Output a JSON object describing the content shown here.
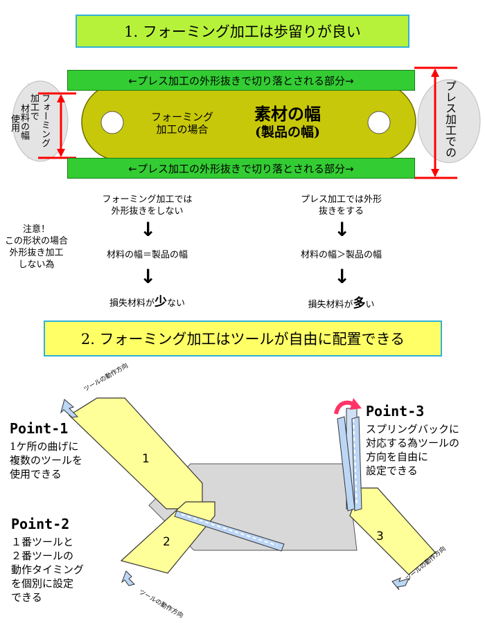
{
  "section1": {
    "title": "1. フォーミング加工は歩留りが良い",
    "band_text": "←プレス加工の外形抜きで切り落とされる部分→",
    "part_label_1": "フォーミング",
    "part_label_2": "加工の場合",
    "width_label": "素材の幅",
    "width_sub": "(製品の幅)",
    "left_vertical_1": "フォーミング",
    "left_vertical_2": "加工で",
    "left_vertical_3": "材料の幅",
    "left_vertical_4": "使用",
    "right_vertical": "プレス加工での",
    "note_1": "注意！",
    "note_2": "この形状の場合",
    "note_3": "外形抜き加工",
    "note_4": "しない為",
    "forming": {
      "line1": "フォーミング加工では",
      "line2": "外形抜きをしない",
      "arrow": "↓",
      "equation": "材料の幅＝製品の幅",
      "loss_prefix": "損失材料が",
      "loss_big": "少",
      "loss_suffix": "ない"
    },
    "press": {
      "line1": "プレス加工では外形",
      "line2": "抜きをする",
      "arrow": "↓",
      "equation": "材料の幅＞製品の幅",
      "loss_prefix": "損失材料が",
      "loss_big": "多",
      "loss_suffix": "い"
    }
  },
  "section2": {
    "title": "2. フォーミング加工はツールが自由に配置できる",
    "tool_direction": "ツールの動作方向",
    "tool_numbers": [
      "1",
      "2",
      "3"
    ],
    "point1": {
      "title": "Point-1",
      "lines": [
        "1ケ所の曲げに",
        "複数のツールを",
        "使用できる"
      ]
    },
    "point2": {
      "title": "Point-2",
      "lines": [
        "１番ツールと",
        "２番ツールの",
        "動作タイミング",
        "を個別に設定",
        "できる"
      ]
    },
    "point3": {
      "title": "Point-3",
      "lines": [
        "スプリングバックに",
        "対応する為ツールの",
        "方向を自由に",
        "設定できる"
      ]
    }
  },
  "colors": {
    "title1_bg": "#b7f23b",
    "title2_bg": "#ffff66",
    "band_green": "#33cc33",
    "part_olive": "#c8c80a",
    "dimension_red": "#ff0000",
    "tool_yellow": "#ffff99",
    "sheet_gray": "#d8d8d8",
    "arrow_blue": "#a8c8ee",
    "red_arrow": "#ff3366"
  }
}
